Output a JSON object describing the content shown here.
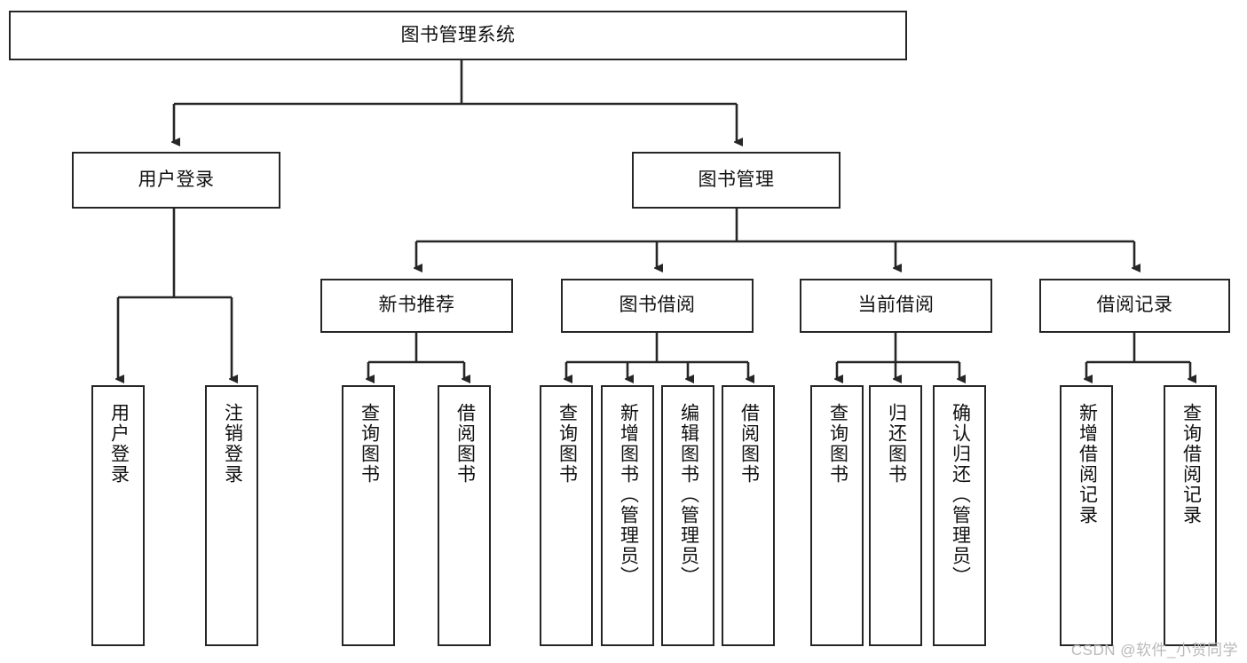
{
  "diagram": {
    "title": "图书管理系统",
    "type": "tree",
    "style": {
      "box_border_color": "#262626",
      "box_fill_color": "#ffffff",
      "connector_color": "#262626",
      "text_color": "#111111",
      "background_color": "#ffffff"
    },
    "nodes": {
      "root": {
        "label": "图书管理系统"
      },
      "level2": [
        {
          "label": "用户登录"
        },
        {
          "label": "图书管理"
        }
      ],
      "level3": [
        {
          "label": "新书推荐"
        },
        {
          "label": "图书借阅"
        },
        {
          "label": "当前借阅"
        },
        {
          "label": "借阅记录"
        }
      ],
      "leaves": {
        "user_login": [
          {
            "label": "用户登录"
          },
          {
            "label": "注销登录"
          }
        ],
        "new_book_recommend": [
          {
            "label": "查询图书"
          },
          {
            "label": "借阅图书"
          }
        ],
        "book_borrow": [
          {
            "label": "查询图书"
          },
          {
            "label": "新增图书（管理员）"
          },
          {
            "label": "编辑图书（管理员）"
          },
          {
            "label": "借阅图书"
          }
        ],
        "current_borrow": [
          {
            "label": "查询图书"
          },
          {
            "label": "归还图书"
          },
          {
            "label": "确认归还（管理员）"
          }
        ],
        "borrow_record": [
          {
            "label": "新增借阅记录"
          },
          {
            "label": "查询借阅记录"
          }
        ]
      }
    }
  },
  "watermark": {
    "text": "CSDN @软件_小贺同学"
  }
}
